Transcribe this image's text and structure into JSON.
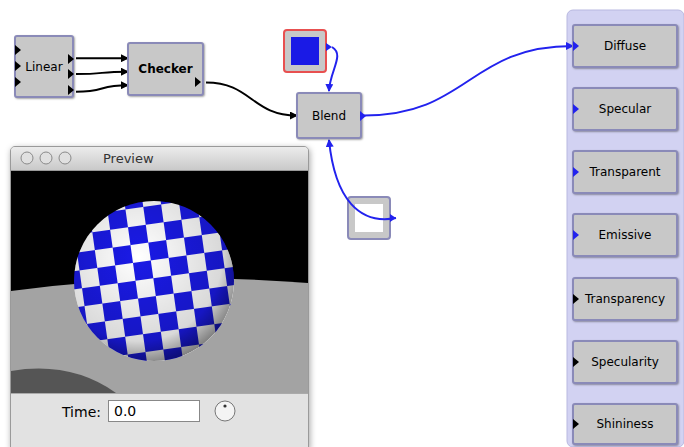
{
  "diagram": {
    "nodes": [
      {
        "text": [
          "Linear"
        ]
      },
      {
        "text": [
          "Checker"
        ]
      },
      {
        "text": [
          "Blend"
        ]
      },
      {
        "text": [
          "Preview",
          "Time:",
          "0.0"
        ]
      },
      {
        "text": [
          "Diffuse"
        ]
      },
      {
        "text": [
          "Specular"
        ]
      },
      {
        "text": [
          "Transparent"
        ]
      },
      {
        "text": [
          "Emissive"
        ]
      },
      {
        "text": [
          "Transparency"
        ]
      },
      {
        "text": [
          "Specularity"
        ]
      },
      {
        "text": [
          "Shininess"
        ]
      }
    ],
    "edges": [
      {
        "from": 0,
        "to": 1,
        "arrow": "to"
      },
      {
        "from": 0,
        "to": 1,
        "arrow": "to"
      },
      {
        "from": 0,
        "to": 1,
        "arrow": "to"
      },
      {
        "from": 1,
        "to": 2,
        "arrow": "to"
      },
      {
        "from": 2,
        "to": 4,
        "arrow": "to"
      }
    ]
  }
}
